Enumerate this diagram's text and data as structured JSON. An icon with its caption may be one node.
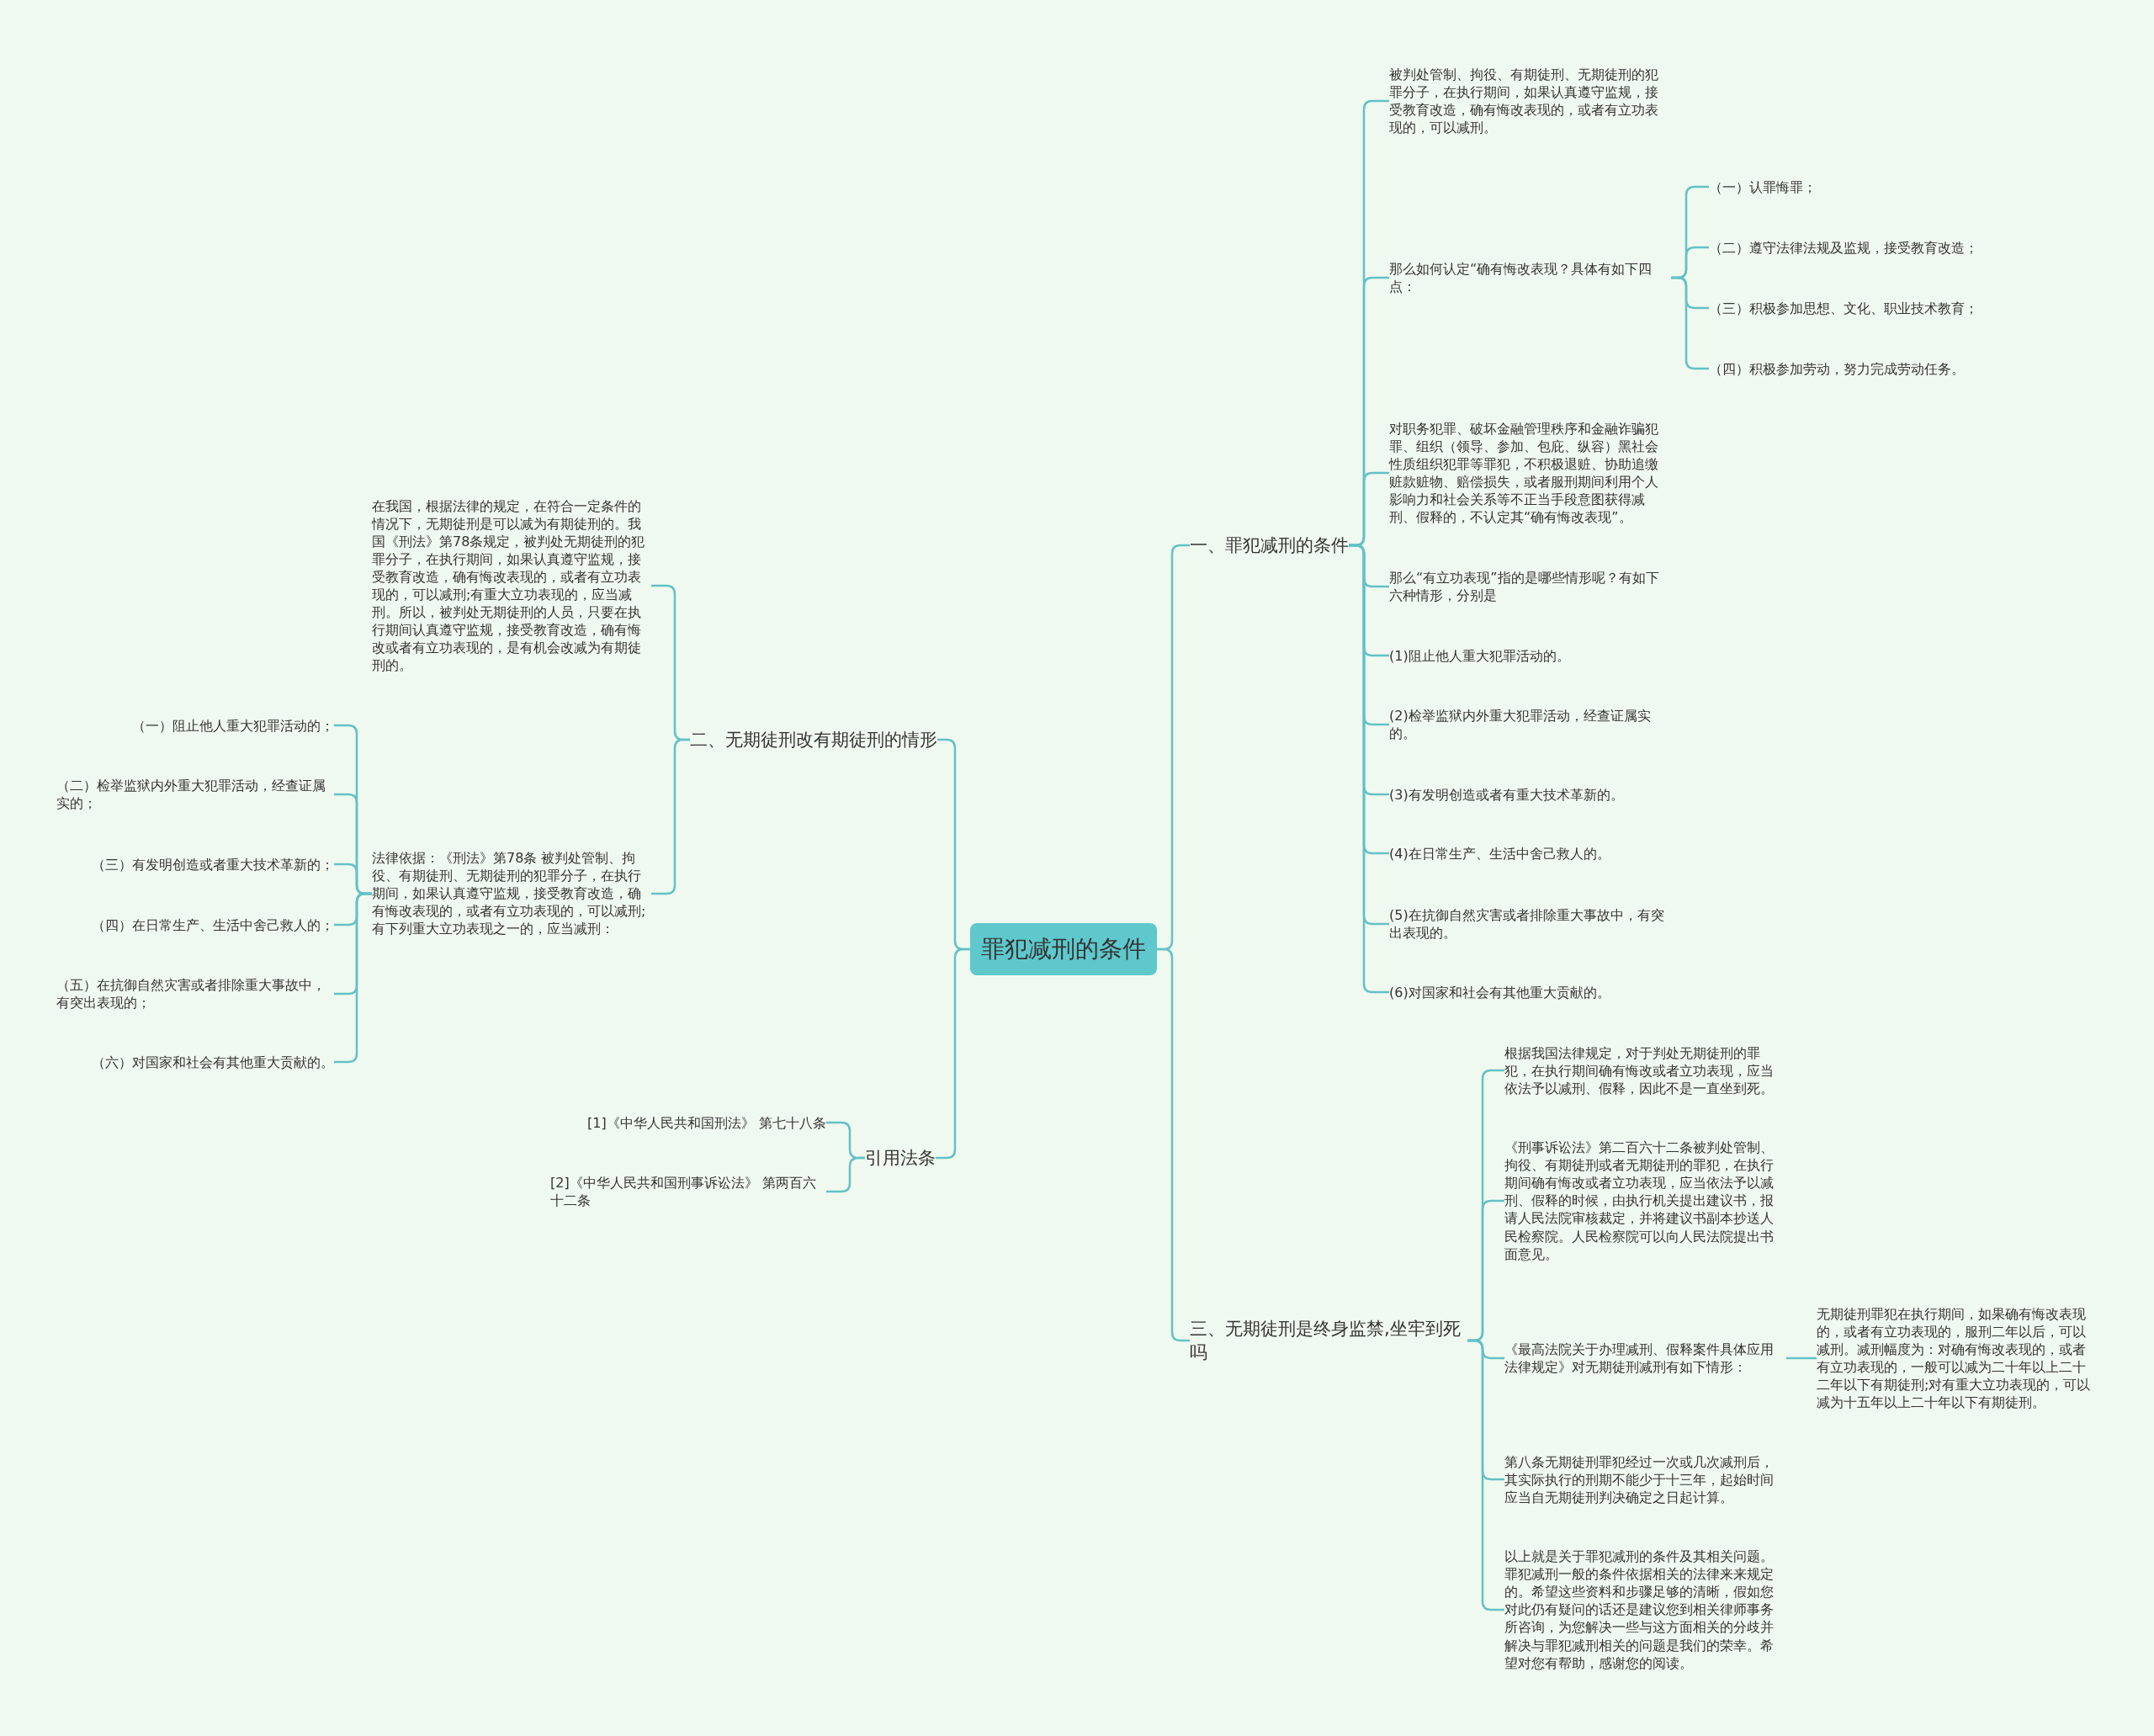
{
  "diagram": {
    "nodes": [
      {
        "text": [
          "罪犯减刑的条件"
        ]
      },
      {
        "text": [
          "一、罪犯减刑的条件"
        ]
      },
      {
        "text": [
          "被判处管制、拘役、有期徒刑、无期徒刑的犯罪分子，在执行期间，如果认真遵守监规，接受教育改造，确有悔改表现的，或者有立功表现的，可以减刑。"
        ]
      },
      {
        "text": [
          "那么如何认定“确有悔改表现？具体有如下四点："
        ]
      },
      {
        "text": [
          "（一）认罪悔罪；"
        ]
      },
      {
        "text": [
          "（二）遵守法律法规及监规，接受教育改造；"
        ]
      },
      {
        "text": [
          "（三）积极参加思想、文化、职业技术教育；"
        ]
      },
      {
        "text": [
          "（四）积极参加劳动，努力完成劳动任务。"
        ]
      },
      {
        "text": [
          "对职务犯罪、破坏金融管理秩序和金融诈骗犯罪、组织（领导、参加、包庇、纵容）黑社会性质组织犯罪等罪犯，不积极退赃、协助追缴赃款赃物、赔偿损失，或者服刑期间利用个人影响力和社会关系等不正当手段意图获得减刑、假释的，不认定其“确有悔改表现”。"
        ]
      },
      {
        "text": [
          "那么“有立功表现”指的是哪些情形呢？有如下六种情形，分别是"
        ]
      },
      {
        "text": [
          "(1)阻止他人重大犯罪活动的。"
        ]
      },
      {
        "text": [
          "(2)检举监狱内外重大犯罪活动，经查证属实的。"
        ]
      },
      {
        "text": [
          "(3)有发明创造或者有重大技术革新的。"
        ]
      },
      {
        "text": [
          "(4)在日常生产、生活中舍己救人的。"
        ]
      },
      {
        "text": [
          "(5)在抗御自然灾害或者排除重大事故中，有突出表现的。"
        ]
      },
      {
        "text": [
          "(6)对国家和社会有其他重大贡献的。"
        ]
      },
      {
        "text": [
          "三、无期徒刑是终身监禁,坐牢到死吗"
        ]
      },
      {
        "text": [
          "根据我国法律规定，对于判处无期徒刑的罪犯，在执行期间确有悔改或者立功表现，应当依法予以减刑、假释，因此不是一直坐到死。"
        ]
      },
      {
        "text": [
          "《刑事诉讼法》第二百六十二条被判处管制、拘役、有期徒刑或者无期徒刑的罪犯，在执行期间确有悔改或者立功表现，应当依法予以减刑、假释的时候，由执行机关提出建议书，报请人民法院审核裁定，并将建议书副本抄送人民检察院。人民检察院可以向人民法院提出书面意见。"
        ]
      },
      {
        "text": [
          "《最高法院关于办理减刑、假释案件具体应用法律规定》对无期徒刑减刑有如下情形："
        ]
      },
      {
        "text": [
          "无期徒刑罪犯在执行期间，如果确有悔改表现的，或者有立功表现的，服刑二年以后，可以减刑。减刑幅度为：对确有悔改表现的，或者有立功表现的，一般可以减为二十年以上二十二年以下有期徒刑;对有重大立功表现的，可以减为十五年以上二十年以下有期徒刑。"
        ]
      },
      {
        "text": [
          "第八条无期徒刑罪犯经过一次或几次减刑后，其实际执行的刑期不能少于十三年，起始时间应当自无期徒刑判决确定之日起计算。"
        ]
      },
      {
        "text": [
          "以上就是关于罪犯减刑的条件及其相关问题。罪犯减刑一般的条件依据相关的法律来来规定的。希望这些资料和步骤足够的清晰，假如您对此仍有疑问的话还是建议您到相关律师事务所咨询，为您解决一些与这方面相关的分歧并解决与罪犯减刑相关的问题是我们的荣幸。希望对您有帮助，感谢您的阅读。"
        ]
      },
      {
        "text": [
          "二、无期徒刑改有期徒刑的情形"
        ]
      },
      {
        "text": [
          "在我国，根据法律的规定，在符合一定条件的情况下，无期徒刑是可以减为有期徒刑的。我国《刑法》第78条规定，被判处无期徒刑的犯罪分子，在执行期间，如果认真遵守监规，接受教育改造，确有悔改表现的，或者有立功表现的，可以减刑;有重大立功表现的，应当减刑。所以，被判处无期徒刑的人员，只要在执行期间认真遵守监规，接受教育改造，确有悔改或者有立功表现的，是有机会改减为有期徒刑的。"
        ]
      },
      {
        "text": [
          "法律依据：《刑法》第78条 被判处管制、拘役、有期徒刑、无期徒刑的犯罪分子，在执行期间，如果认真遵守监规，接受教育改造，确有悔改表现的，或者有立功表现的，可以减刑;有下列重大立功表现之一的，应当减刑："
        ]
      },
      {
        "text": [
          "（一）阻止他人重大犯罪活动的；"
        ]
      },
      {
        "text": [
          "（二）检举监狱内外重大犯罪活动，经查证属实的；"
        ]
      },
      {
        "text": [
          "（三）有发明创造或者重大技术革新的；"
        ]
      },
      {
        "text": [
          "（四）在日常生产、生活中舍己救人的；"
        ]
      },
      {
        "text": [
          "（五）在抗御自然灾害或者排除重大事故中，有突出表现的；"
        ]
      },
      {
        "text": [
          "（六）对国家和社会有其他重大贡献的。"
        ]
      },
      {
        "text": [
          "引用法条"
        ]
      },
      {
        "text": [
          "[1]《中华人民共和国刑法》 第七十八条"
        ]
      },
      {
        "text": [
          "[2]《中华人民共和国刑事诉讼法》 第两百六十二条"
        ]
      }
    ],
    "edges": [
      {
        "from": 0,
        "to": 1,
        "arrow": "none"
      },
      {
        "from": 0,
        "to": 16,
        "arrow": "none"
      },
      {
        "from": 0,
        "to": 23,
        "arrow": "none"
      },
      {
        "from": 0,
        "to": 32,
        "arrow": "none"
      },
      {
        "from": 1,
        "to": 2,
        "arrow": "none"
      },
      {
        "from": 1,
        "to": 3,
        "arrow": "none"
      },
      {
        "from": 1,
        "to": 8,
        "arrow": "none"
      },
      {
        "from": 1,
        "to": 9,
        "arrow": "none"
      },
      {
        "from": 1,
        "to": 10,
        "arrow": "none"
      },
      {
        "from": 1,
        "to": 11,
        "arrow": "none"
      },
      {
        "from": 1,
        "to": 12,
        "arrow": "none"
      },
      {
        "from": 1,
        "to": 13,
        "arrow": "none"
      },
      {
        "from": 1,
        "to": 14,
        "arrow": "none"
      },
      {
        "from": 1,
        "to": 15,
        "arrow": "none"
      },
      {
        "from": 3,
        "to": 4,
        "arrow": "none"
      },
      {
        "from": 3,
        "to": 5,
        "arrow": "none"
      },
      {
        "from": 3,
        "to": 6,
        "arrow": "none"
      },
      {
        "from": 3,
        "to": 7,
        "arrow": "none"
      },
      {
        "from": 16,
        "to": 17,
        "arrow": "none"
      },
      {
        "from": 16,
        "to": 18,
        "arrow": "none"
      },
      {
        "from": 16,
        "to": 19,
        "arrow": "none"
      },
      {
        "from": 16,
        "to": 21,
        "arrow": "none"
      },
      {
        "from": 16,
        "to": 22,
        "arrow": "none"
      },
      {
        "from": 19,
        "to": 20,
        "arrow": "none"
      },
      {
        "from": 23,
        "to": 24,
        "arrow": "none"
      },
      {
        "from": 23,
        "to": 25,
        "arrow": "none"
      },
      {
        "from": 25,
        "to": 26,
        "arrow": "none"
      },
      {
        "from": 25,
        "to": 27,
        "arrow": "none"
      },
      {
        "from": 25,
        "to": 28,
        "arrow": "none"
      },
      {
        "from": 25,
        "to": 29,
        "arrow": "none"
      },
      {
        "from": 25,
        "to": 30,
        "arrow": "none"
      },
      {
        "from": 25,
        "to": 31,
        "arrow": "none"
      },
      {
        "from": 32,
        "to": 33,
        "arrow": "none"
      },
      {
        "from": 32,
        "to": 34,
        "arrow": "none"
      }
    ]
  }
}
